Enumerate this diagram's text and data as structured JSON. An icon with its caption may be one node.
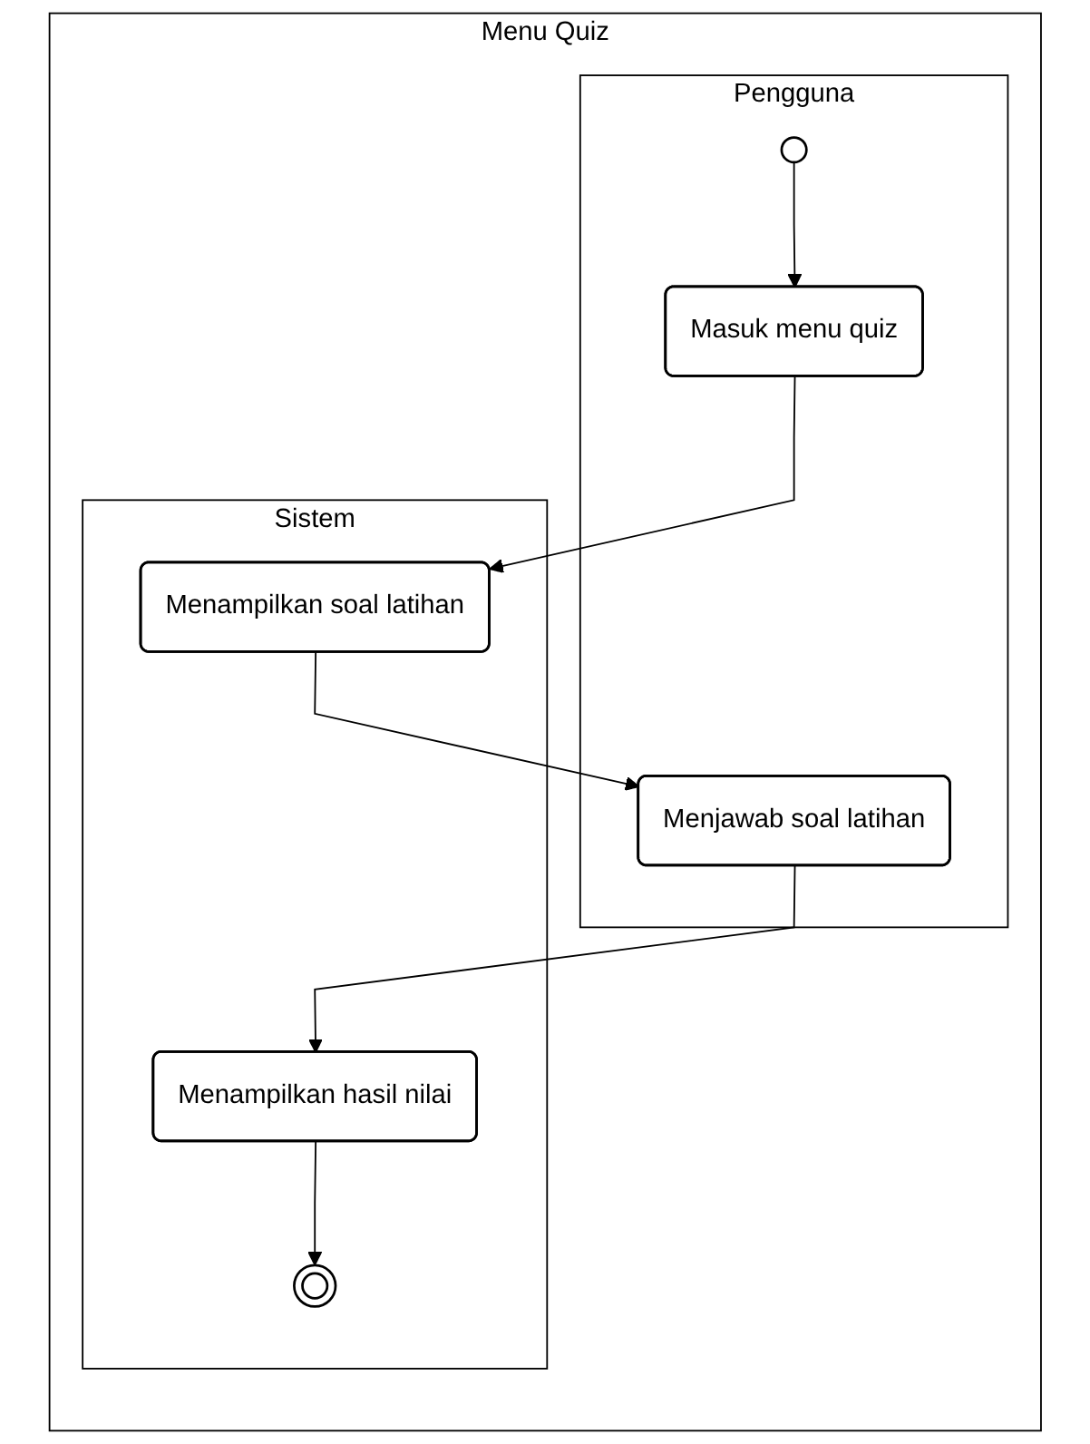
{
  "diagram": {
    "nodes": [
      {
        "text": [
          "Menu Quiz"
        ]
      },
      {
        "text": [
          "Pengguna"
        ],
        "in": 0
      },
      {
        "text": [
          "Sistem"
        ],
        "in": 0
      },
      {
        "text": [],
        "shape": "circle",
        "in": 1
      },
      {
        "text": [
          "Masuk menu quiz"
        ],
        "in": 1
      },
      {
        "text": [
          "Menampilkan soal latihan"
        ],
        "in": 2
      },
      {
        "text": [
          "Menjawab soal latihan"
        ],
        "in": 1
      },
      {
        "text": [
          "Menampilkan hasil nilai"
        ],
        "in": 2
      },
      {
        "text": [],
        "shape": "circle",
        "in": 2
      }
    ],
    "edges": [
      {
        "from": 3,
        "to": 4,
        "arrow": "to"
      },
      {
        "from": 4,
        "to": 5,
        "arrow": "to"
      },
      {
        "from": 5,
        "to": 6,
        "arrow": "to"
      },
      {
        "from": 6,
        "to": 7,
        "arrow": "to"
      },
      {
        "from": 7,
        "to": 8,
        "arrow": "to"
      }
    ]
  }
}
